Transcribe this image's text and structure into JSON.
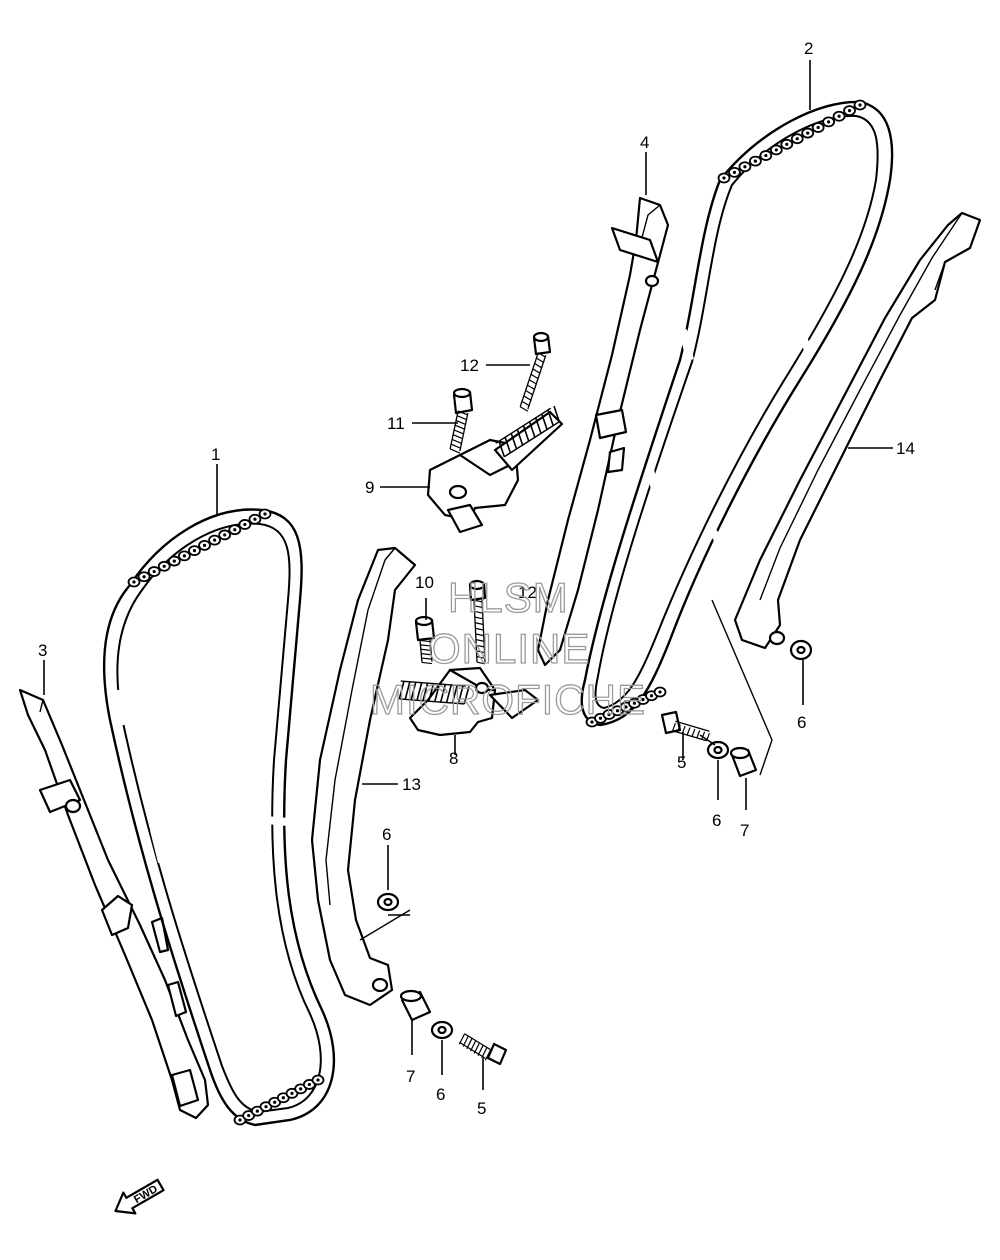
{
  "callouts": {
    "c1": "1",
    "c2": "2",
    "c3": "3",
    "c4": "4",
    "c5a": "5",
    "c5b": "5",
    "c6a": "6",
    "c6b": "6",
    "c6c": "6",
    "c7a": "7",
    "c7b": "7",
    "c8": "8",
    "c9": "9",
    "c10": "10",
    "c11": "11",
    "c12a": "12",
    "c12b": "12",
    "c13": "13",
    "c14": "14"
  },
  "watermark": {
    "line1": "HLSM",
    "line2": "ONLINE",
    "line3": "MICROFICHE"
  },
  "fwd_label": "FWD"
}
